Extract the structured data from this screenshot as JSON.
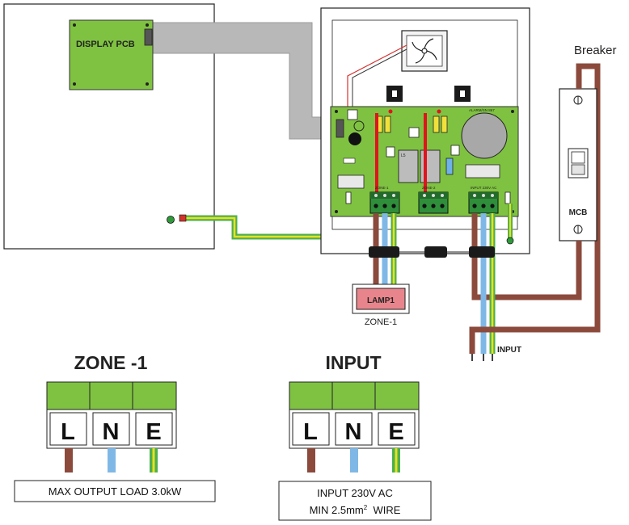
{
  "labels": {
    "display_pcb": "DISPLAY PCB",
    "breaker": "Breaker",
    "mcb": "MCB",
    "lamp": "LAMP1",
    "zone_under_lamp": "ZONE-1",
    "input_wire": "INPUT",
    "pcb_zone1": "ZONE-1",
    "pcb_zone2": "ZONE-2",
    "pcb_input": "INPUT 230V AC",
    "pcb_sn": "ALARM/SN 867"
  },
  "zone_block": {
    "title": "ZONE -1",
    "terminals": [
      "L",
      "N",
      "E"
    ],
    "note": "MAX OUTPUT LOAD 3.0kW"
  },
  "input_block": {
    "title": "INPUT",
    "terminals": [
      "L",
      "N",
      "E"
    ],
    "note_line1": "INPUT 230V AC",
    "note_line2_prefix": "MIN 2.5mm",
    "note_line2_sup": "2",
    "note_line2_suffix": "  WIRE"
  },
  "colors": {
    "live": "#8b4a3c",
    "neutral": "#7fb8e6",
    "earth_green": "#4caf50",
    "earth_yellow": "#e8e020",
    "pcb_green": "#7fc241",
    "ribbon": "#b8b8b8",
    "lamp": "#e8858c",
    "red_wire": "#e0141e"
  }
}
